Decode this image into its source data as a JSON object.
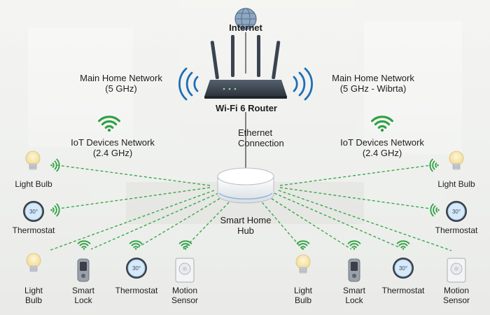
{
  "internet": "Internet",
  "router": {
    "label": "Wi-Fi 6 Router"
  },
  "networks": {
    "main_left": {
      "title": "Main Home Network",
      "band": "(5 GHz)"
    },
    "main_right": {
      "title": "Main Home Network",
      "band": "(5 GHz - Wibrta)"
    },
    "iot_left": {
      "title": "IoT Devices Network",
      "band": "(2.4 GHz)"
    },
    "iot_right": {
      "title": "IoT Devices Network",
      "band": "(2.4 GHz)"
    }
  },
  "ethernet": {
    "line1": "Ethernet",
    "line2": "Connection"
  },
  "hub": {
    "line1": "Smart Home",
    "line2": "Hub"
  },
  "devices": {
    "left_bulb": "Light Bulb",
    "left_thermostat": "Thermostat",
    "right_bulb": "Light Bulb",
    "right_thermostat": "Thermostat",
    "bottom": [
      {
        "line1": "Light",
        "line2": "Bulb"
      },
      {
        "line1": "Smart",
        "line2": "Lock"
      },
      {
        "line1": "Thermostat",
        "line2": ""
      },
      {
        "line1": "Motion",
        "line2": "Sensor"
      },
      {
        "line1": "Light",
        "line2": "Bulb"
      },
      {
        "line1": "Smart",
        "line2": "Lock"
      },
      {
        "line1": "Thermostat",
        "line2": ""
      },
      {
        "line1": "Motion",
        "line2": "Sensor"
      }
    ]
  },
  "thermostat_reading": "30°",
  "colors": {
    "wifi_blue": "#1f6fb5",
    "iot_green": "#2fa043",
    "dashed_green": "#3aa84c",
    "router_dark": "#3a4350"
  },
  "icons": [
    "globe-icon",
    "router-icon",
    "wifi-icon",
    "light-bulb-icon",
    "thermostat-icon",
    "smart-lock-icon",
    "motion-sensor-icon"
  ]
}
